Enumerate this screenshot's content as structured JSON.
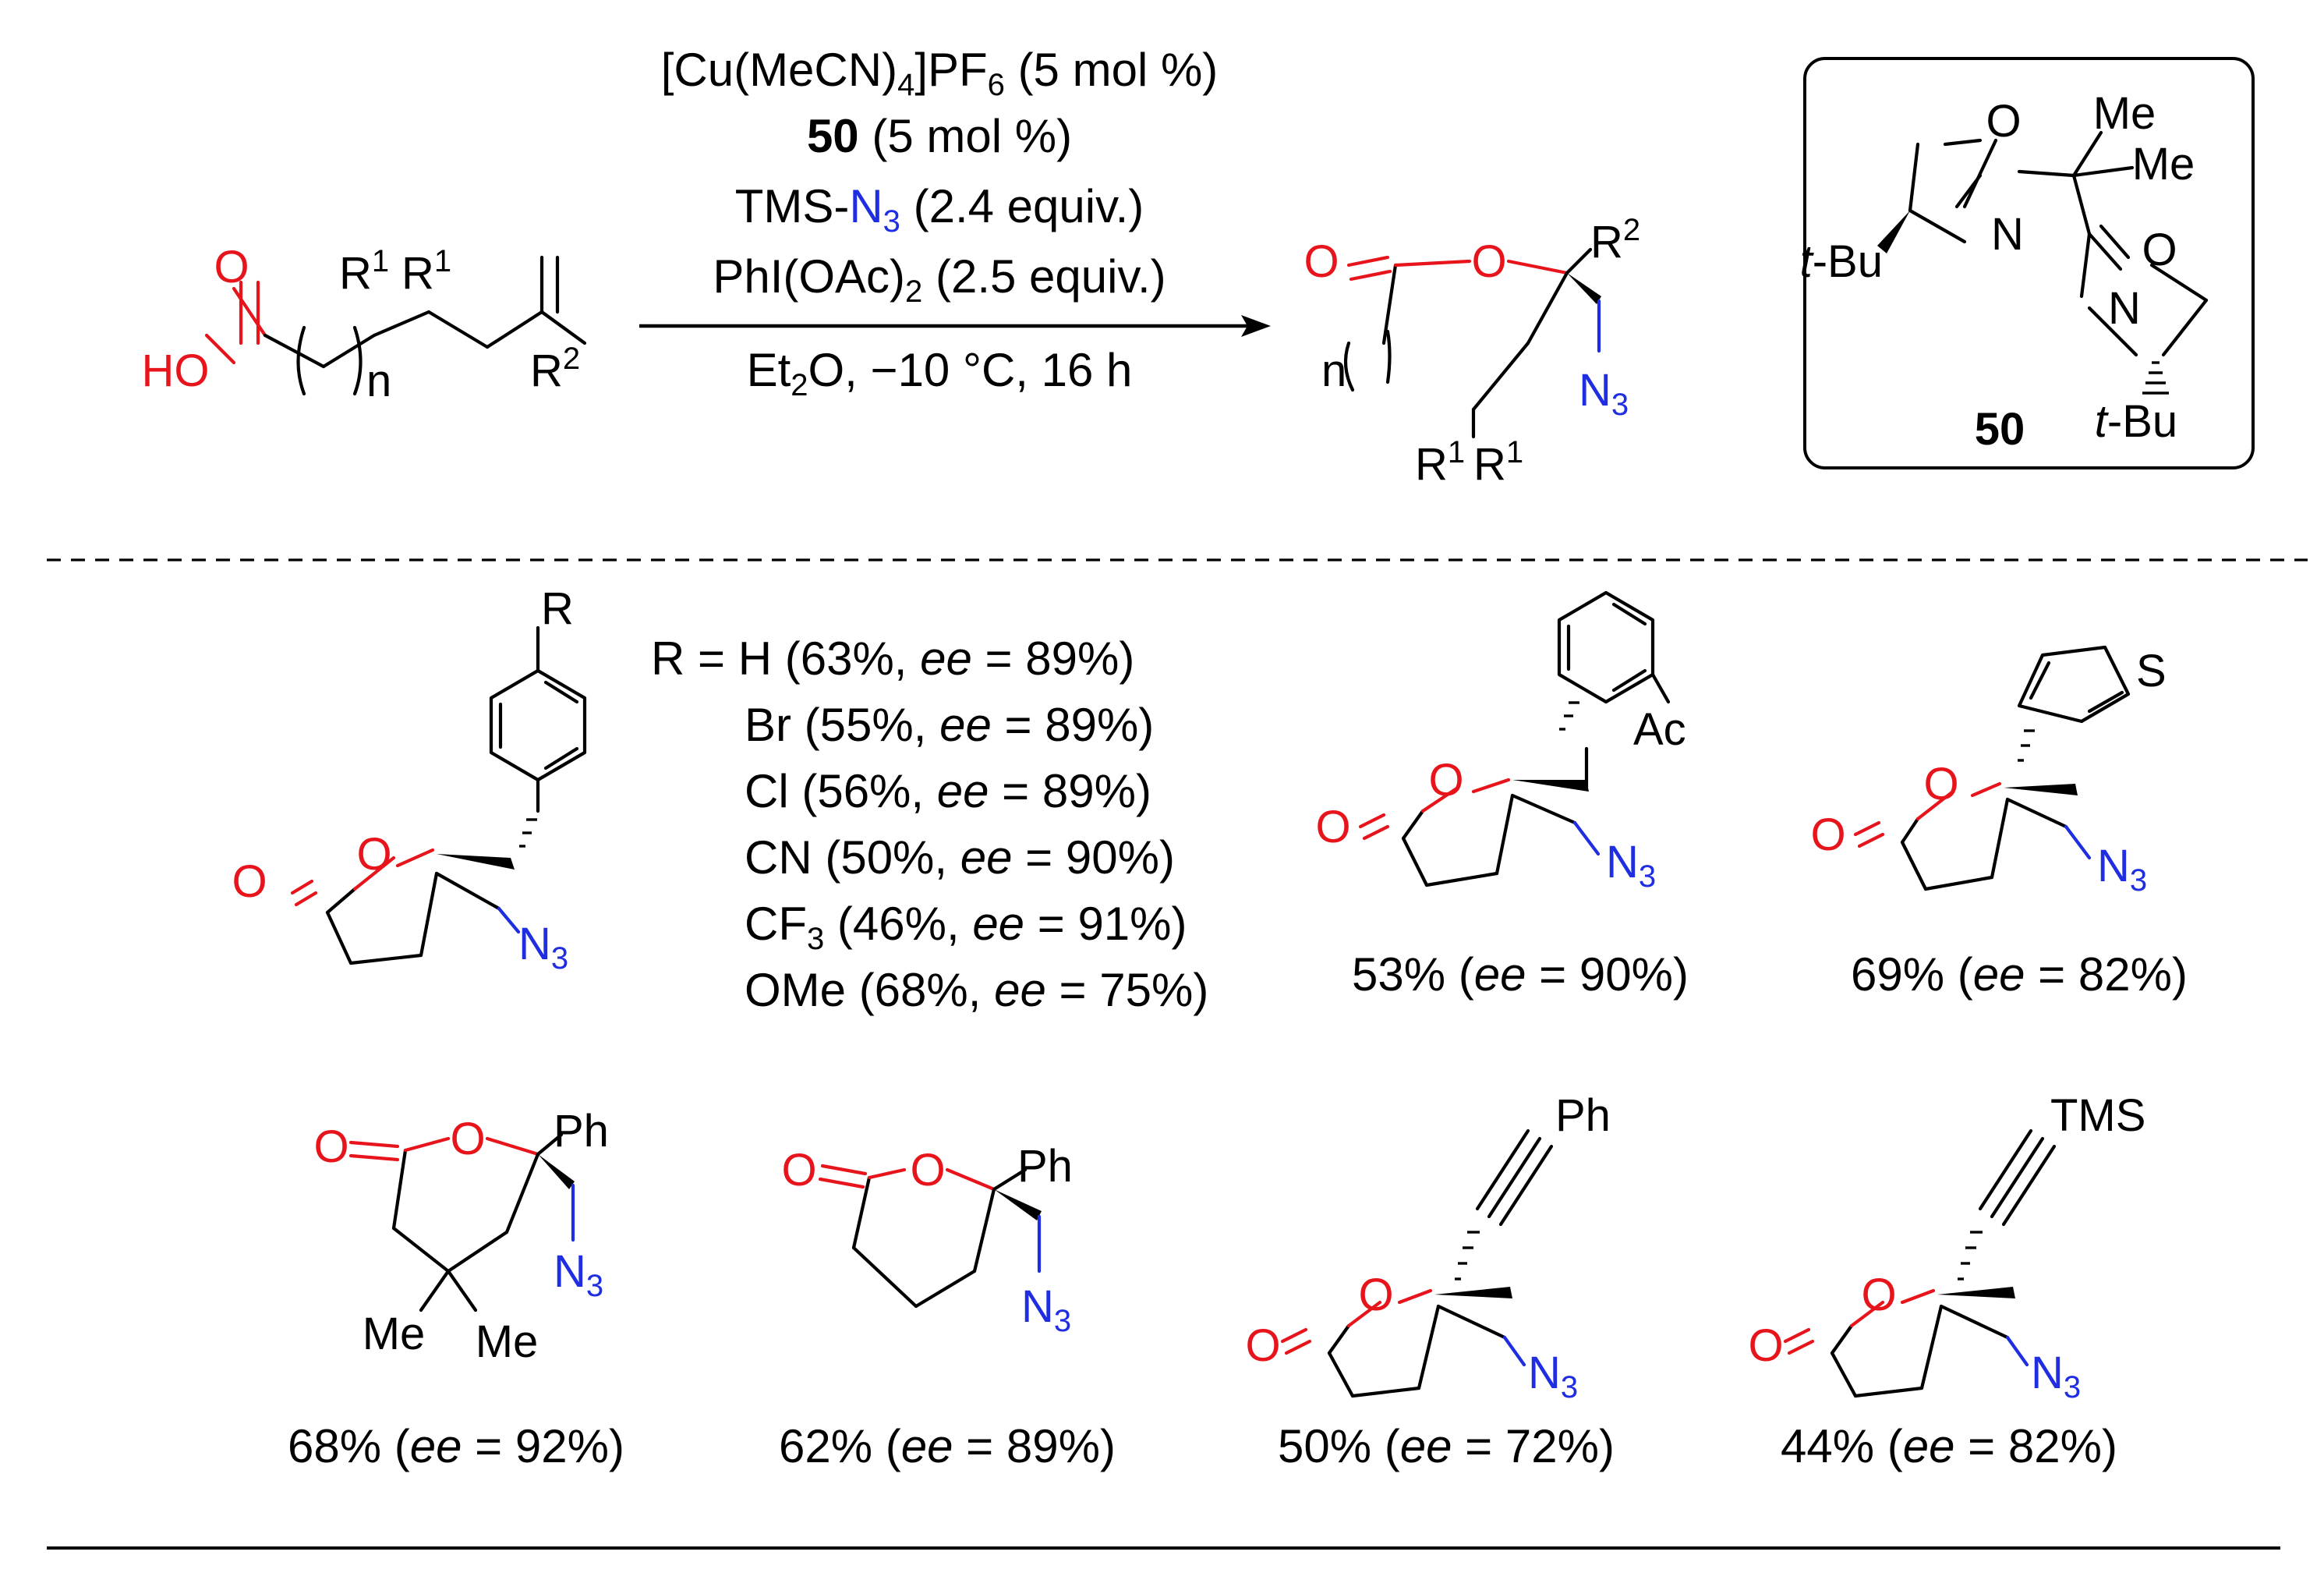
{
  "reagents": {
    "cat_prefix": "[Cu(MeCN)",
    "cat_sub1": "4",
    "cat_mid": "]PF",
    "cat_sub2": "6",
    "cat_load": " (5 mol %)",
    "ligand_num": "50",
    "ligand_load": " (5 mol %)",
    "azide_tms": "TMS-",
    "azide_n": "N",
    "azide_sub": "3",
    "azide_eq": " (2.4 equiv.)",
    "oxidant_pre": "PhI(OAc)",
    "oxidant_sub": "2",
    "oxidant_eq": " (2.5 equiv.)",
    "cond_et": "Et",
    "cond_sub": "2",
    "cond_rest": "O, −10 °C, 16 h"
  },
  "substrate": {
    "O": "O",
    "HO": "HO",
    "n": "n",
    "R1": "R",
    "R1_sup": "1",
    "R2": "R",
    "R2_sup": "2"
  },
  "product": {
    "O": "O",
    "n": "n",
    "N": "N",
    "N_sub": "3",
    "R1": "R",
    "R1_sup": "1",
    "R2": "R",
    "R2_sup": "2"
  },
  "ligand_box": {
    "O": "O",
    "N": "N",
    "Me": "Me",
    "tbu_t": "t",
    "tbu_rest": "-Bu",
    "label": "50"
  },
  "examples": {
    "series": {
      "R": "R",
      "header": "R = ",
      "rows": [
        {
          "sub": "H",
          "sub_sub": "",
          "sub_tail": "",
          "yield": " (63%, ",
          "ee_lbl": "ee",
          "ee": " = 89%)"
        },
        {
          "sub": "Br",
          "sub_sub": "",
          "sub_tail": "",
          "yield": " (55%, ",
          "ee_lbl": "ee",
          "ee": " = 89%)"
        },
        {
          "sub": "Cl",
          "sub_sub": "",
          "sub_tail": "",
          "yield": " (56%, ",
          "ee_lbl": "ee",
          "ee": " = 89%)"
        },
        {
          "sub": "CN",
          "sub_sub": "",
          "sub_tail": "",
          "yield": " (50%, ",
          "ee_lbl": "ee",
          "ee": " = 90%)"
        },
        {
          "sub": "CF",
          "sub_sub": "3",
          "sub_tail": "",
          "yield": " (46%, ",
          "ee_lbl": "ee",
          "ee": " = 91%)"
        },
        {
          "sub": "OMe",
          "sub_sub": "",
          "sub_tail": "",
          "yield": " (68%, ",
          "ee_lbl": "ee",
          "ee": " = 75%)"
        }
      ]
    },
    "acetyl": {
      "label": "Ac",
      "yield": "53% (",
      "ee_lbl": "ee",
      "ee": " = 90%)"
    },
    "thienyl": {
      "label": "S",
      "yield": "69% (",
      "ee_lbl": "ee",
      "ee": " = 82%)"
    },
    "dimethyl": {
      "label_ph": "Ph",
      "label_me": "Me",
      "yield": "68% (",
      "ee_lbl": "ee",
      "ee": " = 92%)"
    },
    "six_ring": {
      "label_ph": "Ph",
      "yield": "62% (",
      "ee_lbl": "ee",
      "ee": " = 89%)"
    },
    "alkyne_ph": {
      "label": "Ph",
      "yield": "50% (",
      "ee_lbl": "ee",
      "ee": " = 72%)"
    },
    "alkyne_tms": {
      "label": "TMS",
      "yield": "44% (",
      "ee_lbl": "ee",
      "ee": " = 82%)"
    }
  },
  "colors": {
    "oxygen": "#e8141c",
    "azide": "#1f2ee0",
    "bond": "#000000"
  }
}
